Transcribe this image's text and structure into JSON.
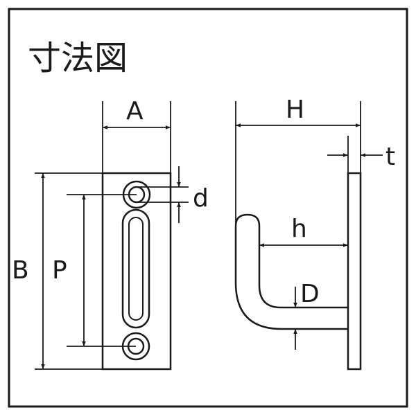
{
  "title": "寸法図",
  "labels": {
    "A": "A",
    "B": "B",
    "P": "P",
    "d": "d",
    "H": "H",
    "t": "t",
    "h": "h",
    "D": "D"
  },
  "colors": {
    "line": "#1a1a1a",
    "background": "#ffffff"
  }
}
